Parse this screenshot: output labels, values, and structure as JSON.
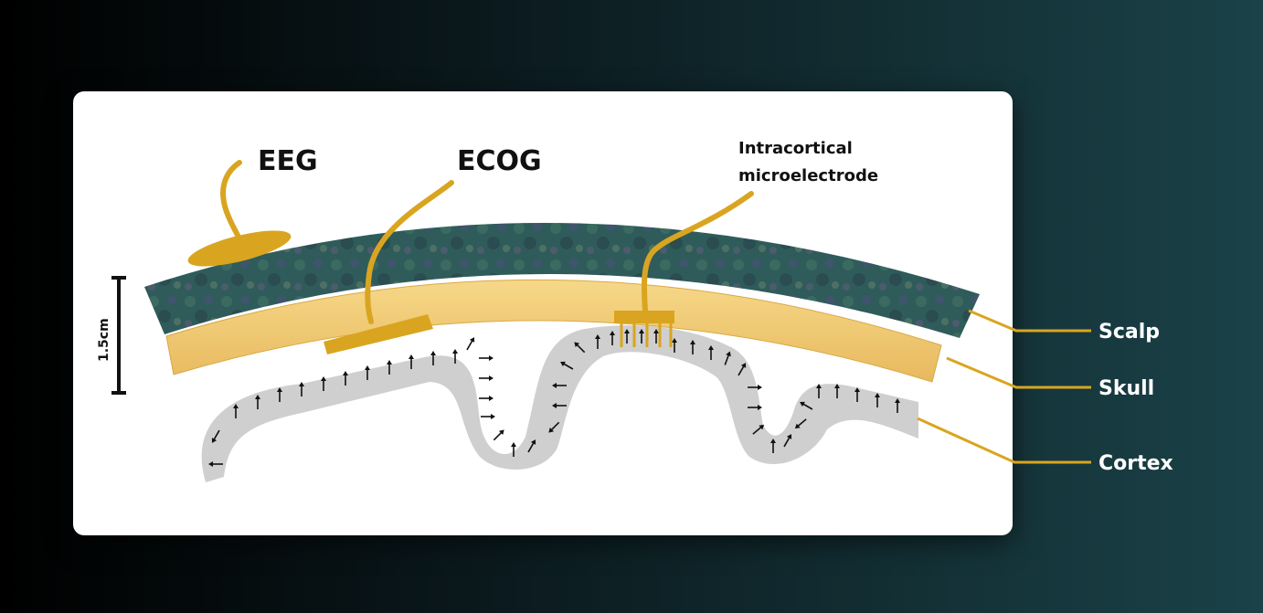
{
  "labels": {
    "eeg": "EEG",
    "ecog": "ECOG",
    "intracortical_line1": "Intracortical",
    "intracortical_line2": "microelectrode",
    "scale": "1.5cm"
  },
  "layers": {
    "scalp": "Scalp",
    "skull": "Skull",
    "cortex": "Cortex"
  },
  "colors": {
    "electrode": "#d9a520",
    "scalp": "#2d5a58",
    "skull": "#f0c873",
    "cortex": "#cfcfcf",
    "card": "#ffffff"
  }
}
